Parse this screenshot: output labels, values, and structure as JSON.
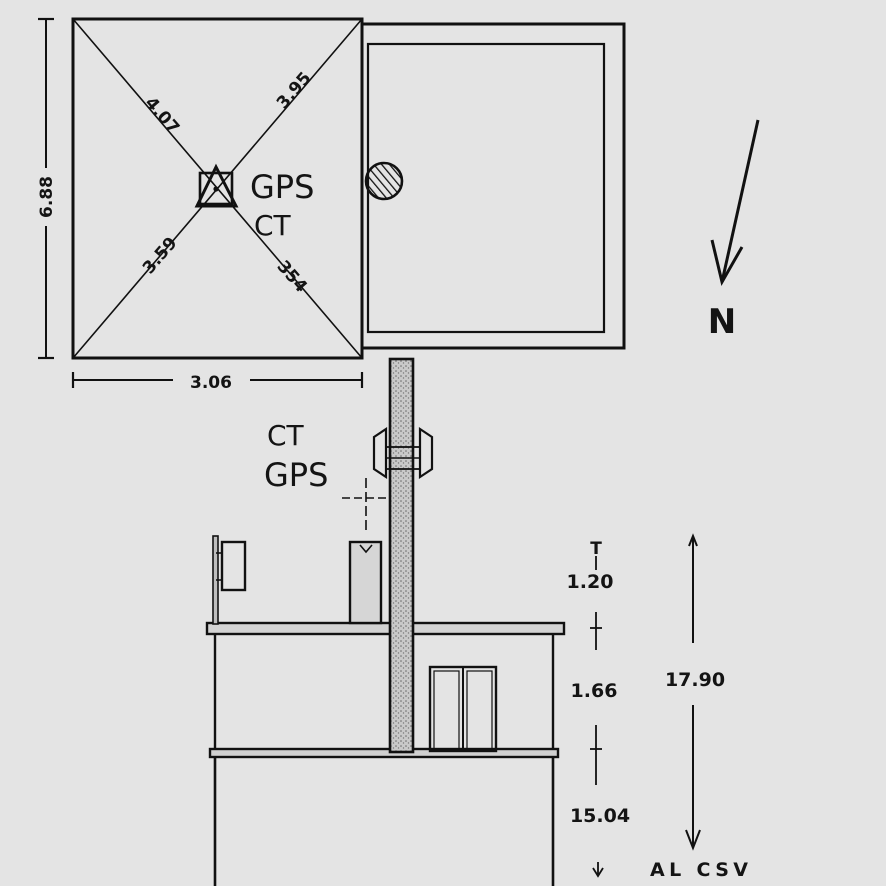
{
  "plan": {
    "diagonals": {
      "top_left": "4.07",
      "top_right": "3.95",
      "bottom_left": "3.59",
      "bottom_right": "354"
    },
    "height_dim": "6.88",
    "width_dim": "3.06",
    "gps_label": "GPS",
    "ct_label": "CT"
  },
  "north": "N",
  "elevation": {
    "ct_label": "CT",
    "gps_label": "GPS",
    "dim_top_marker": "T",
    "dim_mast": "1.20",
    "dim_upper": "1.66",
    "dim_total": "17.90",
    "dim_building": "15.04",
    "base_label": "AL CSV"
  }
}
